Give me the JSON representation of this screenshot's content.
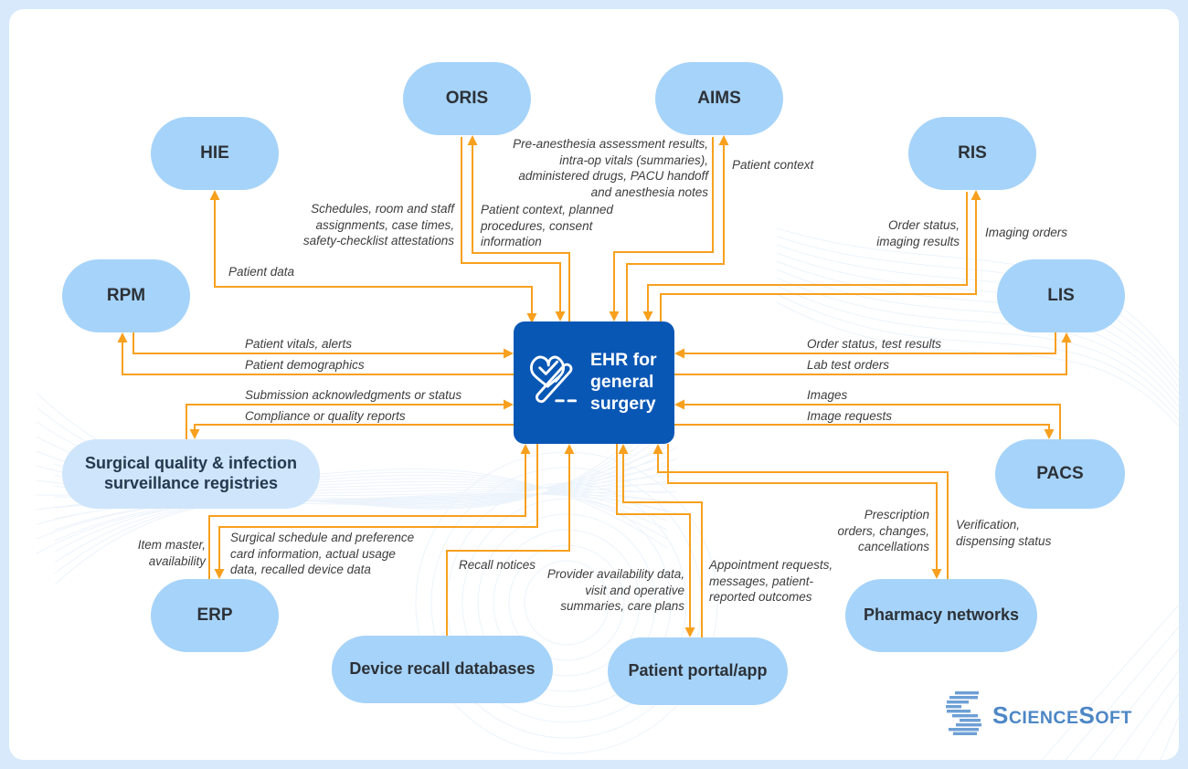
{
  "diagram": {
    "center": {
      "title": "EHR for general surgery",
      "icon": "heart-check-scalpel-icon"
    },
    "nodes": [
      {
        "id": "oris",
        "label": "ORIS"
      },
      {
        "id": "aims",
        "label": "AIMS"
      },
      {
        "id": "hie",
        "label": "HIE"
      },
      {
        "id": "ris",
        "label": "RIS"
      },
      {
        "id": "rpm",
        "label": "RPM"
      },
      {
        "id": "lis",
        "label": "LIS"
      },
      {
        "id": "registries",
        "label": "Surgical quality & infection surveillance registries"
      },
      {
        "id": "pacs",
        "label": "PACS"
      },
      {
        "id": "erp",
        "label": "ERP"
      },
      {
        "id": "device-recall",
        "label": "Device recall databases"
      },
      {
        "id": "patient-portal",
        "label": "Patient portal/app"
      },
      {
        "id": "pharmacy",
        "label": "Pharmacy networks"
      }
    ],
    "edge_labels": [
      {
        "id": "patient-data",
        "text": "Patient data"
      },
      {
        "id": "schedules",
        "text": "Schedules, room and staff assignments, case times, safety-checklist attestations"
      },
      {
        "id": "patient-context-planned",
        "text": "Patient context, planned procedures, consent information"
      },
      {
        "id": "pre-anesthesia",
        "text": "Pre-anesthesia assessment results, intra-op vitals (summaries), administered drugs, PACU handoff and anesthesia notes"
      },
      {
        "id": "patient-context",
        "text": "Patient context"
      },
      {
        "id": "order-status-imaging",
        "text": "Order status, imaging results"
      },
      {
        "id": "imaging-orders",
        "text": "Imaging orders"
      },
      {
        "id": "patient-vitals",
        "text": "Patient vitals, alerts"
      },
      {
        "id": "patient-demographics",
        "text": "Patient demographics"
      },
      {
        "id": "submission-ack",
        "text": "Submission acknowledgments or status"
      },
      {
        "id": "compliance",
        "text": "Compliance or quality reports"
      },
      {
        "id": "order-status-test",
        "text": "Order status, test results"
      },
      {
        "id": "lab-test-orders",
        "text": "Lab test orders"
      },
      {
        "id": "images",
        "text": "Images"
      },
      {
        "id": "image-requests",
        "text": "Image requests"
      },
      {
        "id": "item-master",
        "text": "Item master, availability"
      },
      {
        "id": "surgical-schedule",
        "text": "Surgical schedule and preference card information, actual usage data, recalled device data"
      },
      {
        "id": "recall-notices",
        "text": "Recall notices"
      },
      {
        "id": "provider-availability",
        "text": "Provider availability data, visit and operative summaries, care plans"
      },
      {
        "id": "appointment-requests",
        "text": "Appointment requests, messages, patient-reported outcomes"
      },
      {
        "id": "prescription-orders",
        "text": "Prescription orders, changes, cancellations"
      },
      {
        "id": "verification",
        "text": "Verification, dispensing status"
      }
    ],
    "logo": {
      "name": "ScienceSoft",
      "icon": "sciencesoft-stripes-icon",
      "parts": [
        "S",
        "CIENCE",
        "S",
        "OFT"
      ]
    },
    "colors": {
      "arrow_orange": "#f7a01e",
      "node_blue": "#a6d3f9",
      "node_blue_light": "#cfe5fb",
      "center_blue": "#0957b5",
      "logo_blue": "#4d87c5",
      "frame_blue": "#d7e9fb"
    }
  }
}
